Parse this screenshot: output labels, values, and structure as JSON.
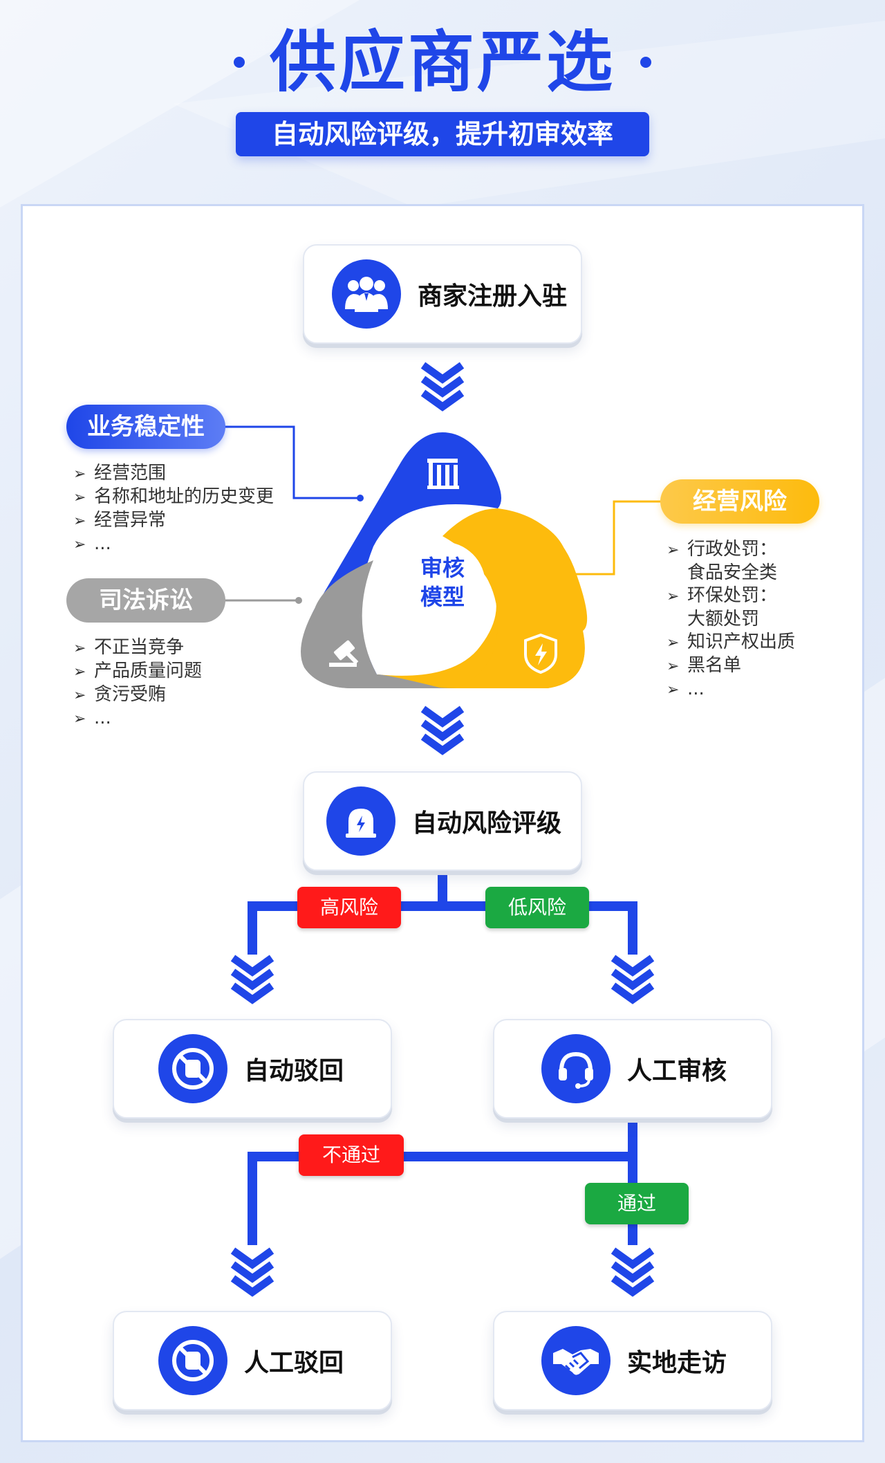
{
  "header": {
    "title": "供应商严选",
    "subtitle": "自动风险评级，提升初审效率"
  },
  "nodes": {
    "register": "商家注册入驻",
    "auto_rating": "自动风险评级",
    "auto_reject": "自动驳回",
    "manual_review": "人工审核",
    "manual_reject": "人工驳回",
    "site_visit": "实地走访"
  },
  "model": {
    "center_line1": "审核",
    "center_line2": "模型"
  },
  "factors": {
    "business_stability": {
      "label": "业务稳定性",
      "items": [
        "经营范围",
        "名称和地址的历史变更",
        "经营异常",
        "..."
      ]
    },
    "judicial": {
      "label": "司法诉讼",
      "items": [
        "不正当竞争",
        "产品质量问题",
        "贪污受贿",
        "..."
      ]
    },
    "operation_risk": {
      "label": "经营风险",
      "items": [
        "行政处罚：",
        "食品安全类",
        "环保处罚：",
        "大额处罚",
        "知识产权出质",
        "黑名单",
        "..."
      ]
    }
  },
  "branches": {
    "high_risk": "高风险",
    "low_risk": "低风险",
    "not_pass": "不通过",
    "pass": "通过"
  },
  "colors": {
    "primary": "#1f46e8",
    "yellow": "#fdbb0d",
    "gray": "#9a9a9a",
    "red": "#ff1a1a",
    "green": "#1ba942"
  },
  "icons": {
    "register": "users-icon",
    "auto_rating": "alarm-icon",
    "auto_reject": "no-hand-icon",
    "manual_review": "headset-icon",
    "manual_reject": "no-hand-icon",
    "site_visit": "handshake-icon",
    "model_business": "building-icon",
    "model_operation": "shield-bolt-icon",
    "model_judicial": "gavel-icon"
  }
}
